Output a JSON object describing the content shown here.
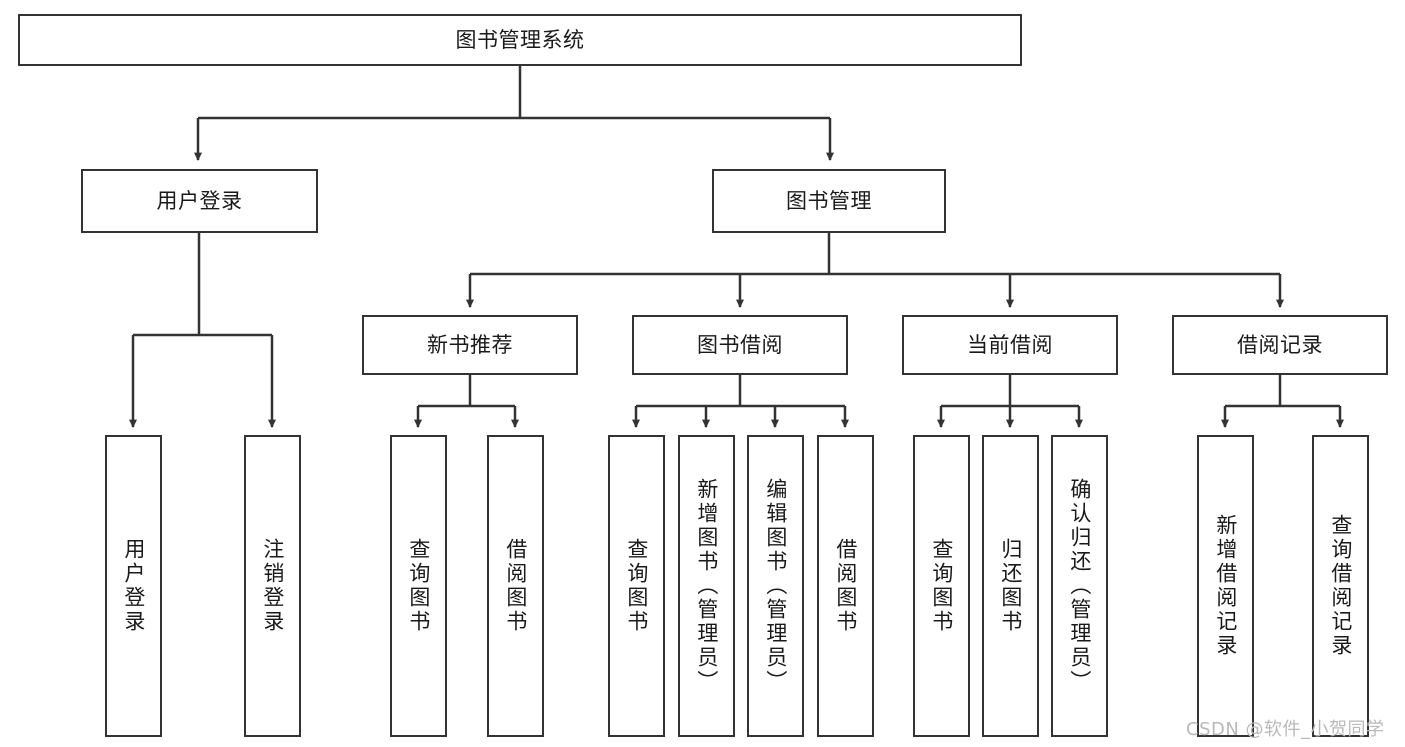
{
  "diagram": {
    "type": "tree-hierarchy",
    "title": "图书管理系统",
    "watermark": "CSDN @软件_小贺同学",
    "colors": {
      "stroke": "#333333",
      "fill": "#ffffff",
      "text": "#1a1a1a",
      "watermark": "#b9b9b9"
    },
    "levels": {
      "root": {
        "id": "root",
        "label": "图书管理系统",
        "orientation": "horizontal"
      },
      "level2": [
        {
          "id": "user-login",
          "label": "用户登录",
          "orientation": "horizontal"
        },
        {
          "id": "book-management",
          "label": "图书管理",
          "orientation": "horizontal"
        }
      ],
      "level3": [
        {
          "id": "new-book-recommend",
          "label": "新书推荐",
          "orientation": "horizontal",
          "parent": "book-management"
        },
        {
          "id": "book-borrow",
          "label": "图书借阅",
          "orientation": "horizontal",
          "parent": "book-management"
        },
        {
          "id": "current-borrow",
          "label": "当前借阅",
          "orientation": "horizontal",
          "parent": "book-management"
        },
        {
          "id": "borrow-record",
          "label": "借阅记录",
          "orientation": "horizontal",
          "parent": "book-management"
        }
      ],
      "leaves": [
        {
          "id": "leaf-user-login",
          "label": "用户登录",
          "orientation": "vertical",
          "parent": "user-login"
        },
        {
          "id": "leaf-logout-login",
          "label": "注销登录",
          "orientation": "vertical",
          "parent": "user-login"
        },
        {
          "id": "leaf-query-book-1",
          "label": "查询图书",
          "orientation": "vertical",
          "parent": "new-book-recommend"
        },
        {
          "id": "leaf-borrow-book-1",
          "label": "借阅图书",
          "orientation": "vertical",
          "parent": "new-book-recommend"
        },
        {
          "id": "leaf-query-book-2",
          "label": "查询图书",
          "orientation": "vertical",
          "parent": "book-borrow"
        },
        {
          "id": "leaf-add-book-admin",
          "label": "新增图书（管理员）",
          "orientation": "vertical",
          "parent": "book-borrow"
        },
        {
          "id": "leaf-edit-book-admin",
          "label": "编辑图书（管理员）",
          "orientation": "vertical",
          "parent": "book-borrow"
        },
        {
          "id": "leaf-borrow-book-2",
          "label": "借阅图书",
          "orientation": "vertical",
          "parent": "book-borrow"
        },
        {
          "id": "leaf-query-book-3",
          "label": "查询图书",
          "orientation": "vertical",
          "parent": "current-borrow"
        },
        {
          "id": "leaf-return-book",
          "label": "归还图书",
          "orientation": "vertical",
          "parent": "current-borrow"
        },
        {
          "id": "leaf-confirm-return-admin",
          "label": "确认归还（管理员）",
          "orientation": "vertical",
          "parent": "current-borrow"
        },
        {
          "id": "leaf-add-borrow-record",
          "label": "新增借阅记录",
          "orientation": "vertical",
          "parent": "borrow-record"
        },
        {
          "id": "leaf-query-borrow-record",
          "label": "查询借阅记录",
          "orientation": "vertical",
          "parent": "borrow-record"
        }
      ]
    }
  }
}
